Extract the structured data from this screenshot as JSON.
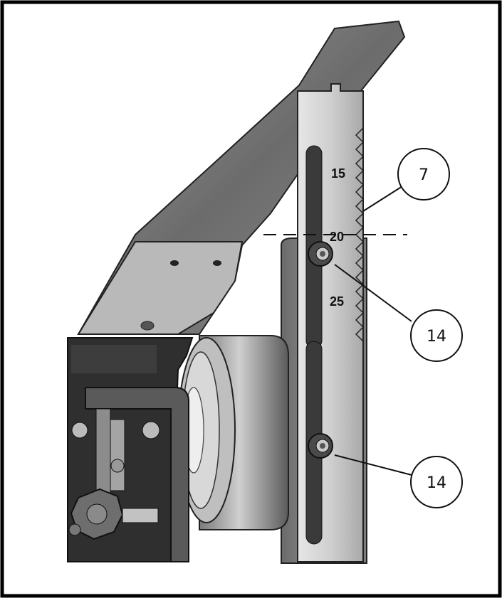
{
  "scale_labels": [
    "15",
    "20",
    "25"
  ],
  "callouts": [
    {
      "id": "c7",
      "label": "7"
    },
    {
      "id": "c14a",
      "label": "14"
    },
    {
      "id": "c14b",
      "label": "14"
    }
  ],
  "colors": {
    "border": "#000000",
    "metal_light": "#d4d4d4",
    "metal_mid": "#9a9a9a",
    "metal_dark": "#4a4a4a",
    "housing": "#2f2f2f"
  }
}
